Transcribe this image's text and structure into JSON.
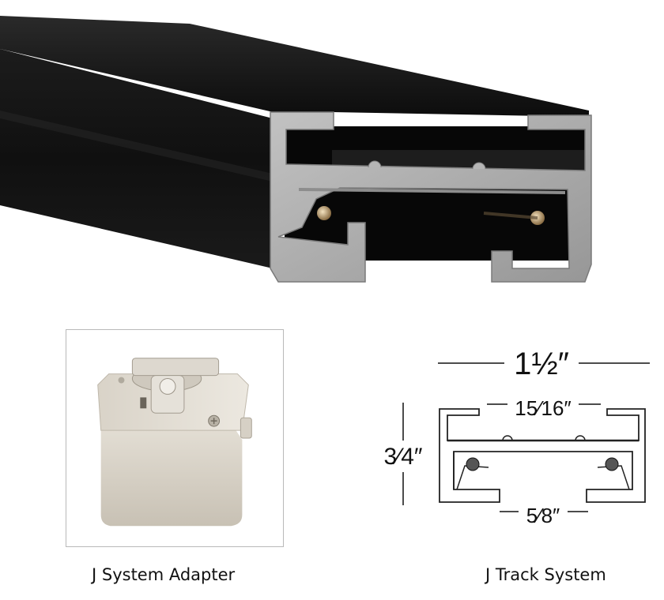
{
  "captions": {
    "adapter": "J System Adapter",
    "track": "J Track System"
  },
  "dimensions": {
    "overall_width": "1½″",
    "inner_opening": "15⁄16″",
    "height": "3⁄4″",
    "slot_opening": "5⁄8″"
  },
  "colors": {
    "track_body": "#121212",
    "aluminum_profile": "#a9a9a9",
    "adapter_housing": "#d8d2c7"
  }
}
